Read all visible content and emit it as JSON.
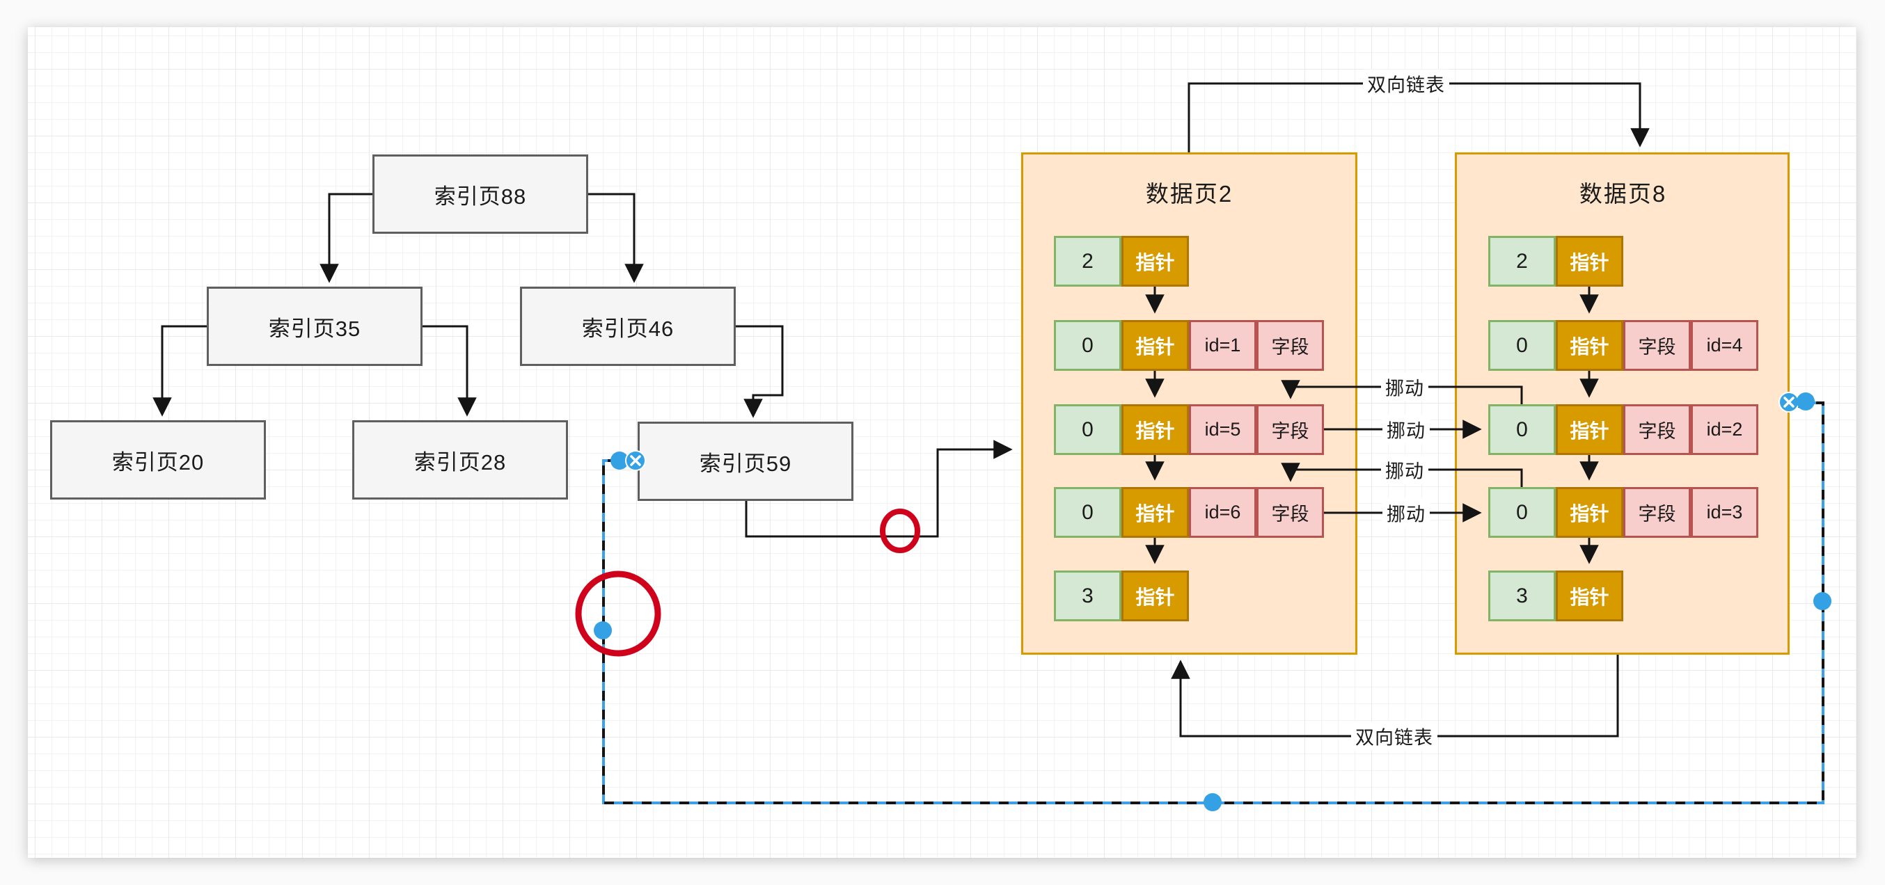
{
  "tree": {
    "nodes": [
      {
        "id": "root",
        "label": "索引页88"
      },
      {
        "id": "left",
        "label": "索引页35"
      },
      {
        "id": "right",
        "label": "索引页46"
      },
      {
        "id": "leaf1",
        "label": "索引页20"
      },
      {
        "id": "leaf2",
        "label": "索引页28"
      },
      {
        "id": "leaf3",
        "label": "索引页59"
      }
    ]
  },
  "pages": [
    {
      "title": "数据页2",
      "rows": [
        {
          "cells": [
            {
              "type": "green",
              "text": "2"
            },
            {
              "type": "pointer",
              "text": "指针"
            }
          ]
        },
        {
          "cells": [
            {
              "type": "green",
              "text": "0"
            },
            {
              "type": "pointer",
              "text": "指针"
            },
            {
              "type": "pink",
              "text": "id=1"
            },
            {
              "type": "pink",
              "text": "字段"
            }
          ]
        },
        {
          "cells": [
            {
              "type": "green",
              "text": "0"
            },
            {
              "type": "pointer",
              "text": "指针"
            },
            {
              "type": "pink",
              "text": "id=5"
            },
            {
              "type": "pink",
              "text": "字段"
            }
          ]
        },
        {
          "cells": [
            {
              "type": "green",
              "text": "0"
            },
            {
              "type": "pointer",
              "text": "指针"
            },
            {
              "type": "pink",
              "text": "id=6"
            },
            {
              "type": "pink",
              "text": "字段"
            }
          ]
        },
        {
          "cells": [
            {
              "type": "green",
              "text": "3"
            },
            {
              "type": "pointer",
              "text": "指针"
            }
          ]
        }
      ]
    },
    {
      "title": "数据页8",
      "rows": [
        {
          "cells": [
            {
              "type": "green",
              "text": "2"
            },
            {
              "type": "pointer",
              "text": "指针"
            }
          ]
        },
        {
          "cells": [
            {
              "type": "green",
              "text": "0"
            },
            {
              "type": "pointer",
              "text": "指针"
            },
            {
              "type": "pink",
              "text": "字段"
            },
            {
              "type": "pink",
              "text": "id=4"
            }
          ]
        },
        {
          "cells": [
            {
              "type": "green",
              "text": "0"
            },
            {
              "type": "pointer",
              "text": "指针"
            },
            {
              "type": "pink",
              "text": "字段"
            },
            {
              "type": "pink",
              "text": "id=2"
            }
          ]
        },
        {
          "cells": [
            {
              "type": "green",
              "text": "0"
            },
            {
              "type": "pointer",
              "text": "指针"
            },
            {
              "type": "pink",
              "text": "字段"
            },
            {
              "type": "pink",
              "text": "id=3"
            }
          ]
        },
        {
          "cells": [
            {
              "type": "green",
              "text": "3"
            },
            {
              "type": "pointer",
              "text": "指针"
            }
          ]
        }
      ]
    }
  ],
  "edge_labels": {
    "top_link": "双向链表",
    "bottom_link": "双向链表",
    "move": "挪动"
  },
  "colors": {
    "node_fill": "#f5f5f5",
    "node_border": "#5f5f5f",
    "panel_fill": "#ffe6cc",
    "panel_border": "#d79b00",
    "green_fill": "#d5e8d4",
    "green_border": "#82b366",
    "pointer_fill": "#d79b00",
    "pink_fill": "#f8cecc",
    "pink_border": "#b85450",
    "edge_black": "#141414",
    "annotation_red": "#d0021b",
    "selection_blue": "#33a1e4"
  }
}
